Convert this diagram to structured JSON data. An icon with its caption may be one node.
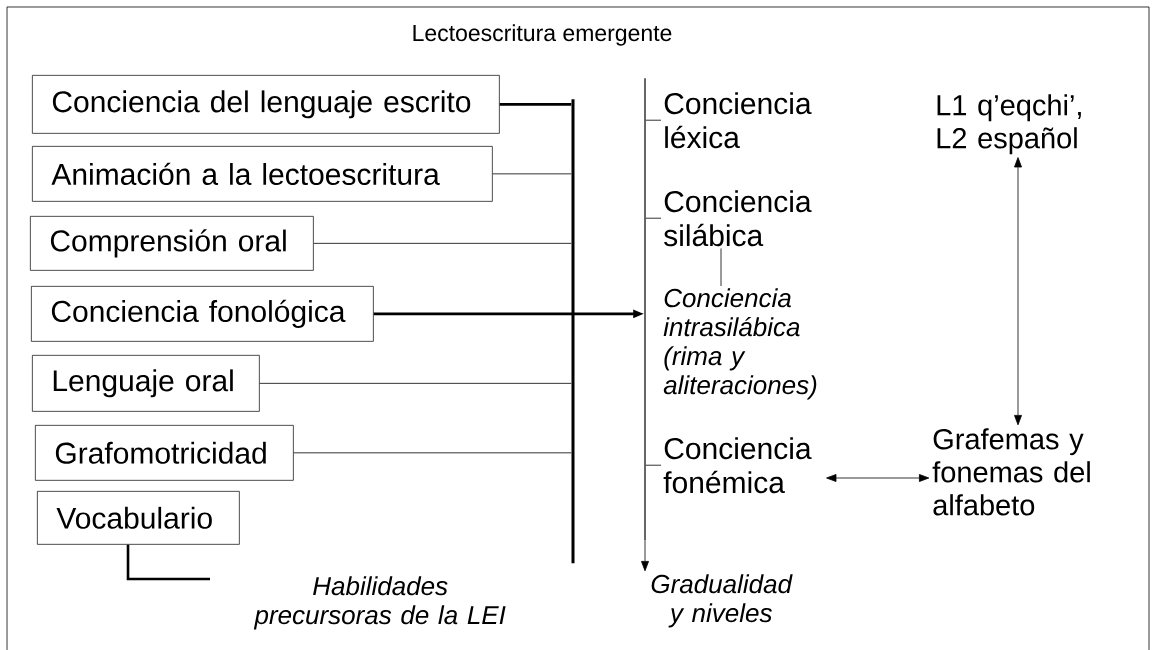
{
  "diagram": {
    "title": "Lectoescritura emergente",
    "nodes": [
      {
        "text": [
          "Conciencia del lenguaje escrito"
        ]
      },
      {
        "text": [
          "Animación a la lectoescritura"
        ]
      },
      {
        "text": [
          "Comprensión oral"
        ]
      },
      {
        "text": [
          "Conciencia fonológica"
        ]
      },
      {
        "text": [
          "Lenguaje oral"
        ]
      },
      {
        "text": [
          "Grafomotricidad"
        ]
      },
      {
        "text": [
          "Vocabulario"
        ]
      },
      {
        "text": [],
        "shape": "bar"
      },
      {
        "text": [],
        "shape": "bar"
      },
      {
        "text": [
          "Conciencia léxica"
        ]
      },
      {
        "text": [
          "Conciencia silábica"
        ]
      },
      {
        "text": [
          "Conciencia intrasilábica (rima y aliteraciones)"
        ]
      },
      {
        "text": [
          "Conciencia fonémica"
        ]
      },
      {
        "text": [
          "L1 q’eqchi’, L2 español"
        ]
      },
      {
        "text": [
          "Grafemas y fonemas del alfabeto"
        ]
      },
      {
        "text": [
          "Habilidades precursoras de la LEI"
        ]
      },
      {
        "text": [
          "Gradualidad y niveles"
        ]
      }
    ],
    "edges": [
      {
        "from": 0,
        "to": 7,
        "arrow": "none",
        "style": "thick"
      },
      {
        "from": 1,
        "to": 7,
        "arrow": "none"
      },
      {
        "from": 2,
        "to": 7,
        "arrow": "none"
      },
      {
        "from": 3,
        "to": 8,
        "arrow": "to",
        "style": "thick"
      },
      {
        "from": 4,
        "to": 7,
        "arrow": "none"
      },
      {
        "from": 5,
        "to": 7,
        "arrow": "none"
      },
      {
        "from": 6,
        "to": 15,
        "arrow": "none",
        "style": "thick"
      },
      {
        "from": 8,
        "to": 9,
        "arrow": "none"
      },
      {
        "from": 8,
        "to": 10,
        "arrow": "none"
      },
      {
        "from": 10,
        "to": 11,
        "arrow": "none"
      },
      {
        "from": 8,
        "to": 12,
        "arrow": "none"
      },
      {
        "from": 8,
        "to": 16,
        "arrow": "to"
      },
      {
        "from": 12,
        "to": 14,
        "arrow": "both"
      },
      {
        "from": 13,
        "to": 14,
        "arrow": "both"
      }
    ]
  }
}
